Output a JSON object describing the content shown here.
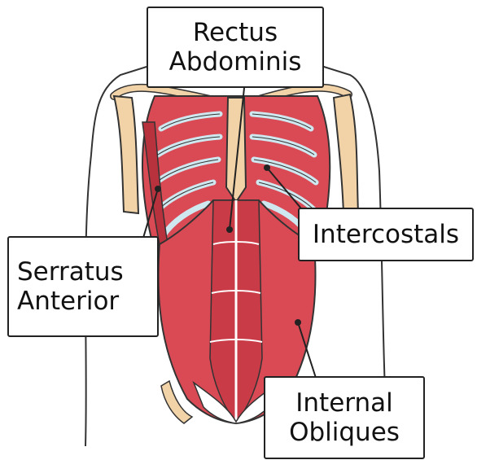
{
  "labels": {
    "rectus_abdominis": [
      "Rectus",
      "Abdominis"
    ],
    "intercostals": [
      "Intercostals"
    ],
    "serratus_anterior": [
      "Serratus",
      "Anterior"
    ],
    "internal_obliques": [
      "Internal",
      "Obliques"
    ]
  },
  "colors": {
    "muscle": "#d94a55",
    "muscle_dark": "#b8323e",
    "rib": "#cfe8f0",
    "bone": "#f2d3a8",
    "skin_outline": "#333333",
    "fascia": "#ffffff"
  }
}
